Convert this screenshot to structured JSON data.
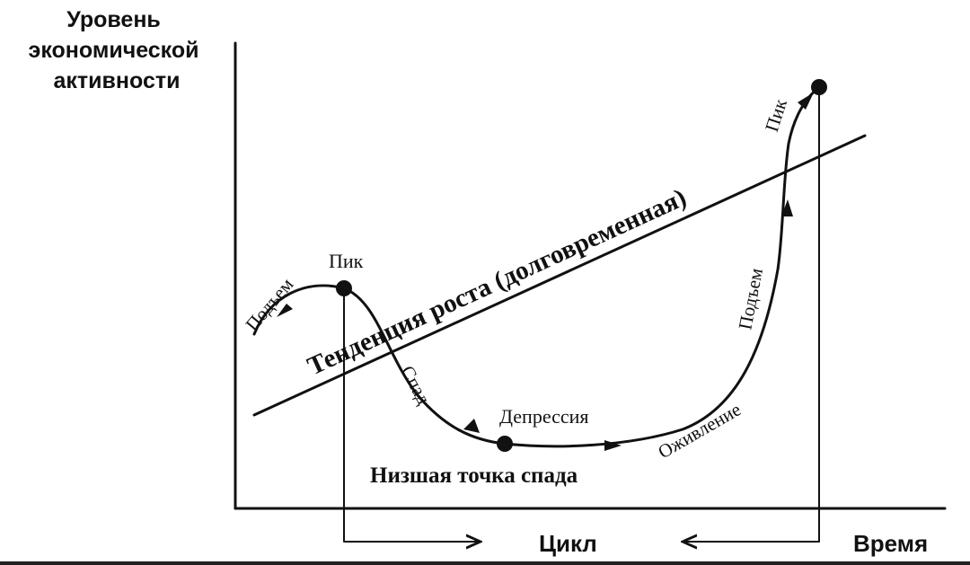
{
  "axes": {
    "y_label_lines": [
      "Уровень",
      "экономической",
      "активности"
    ],
    "x_label": "Время"
  },
  "trend": {
    "label": "Тенденция роста (долговременная)"
  },
  "labels": {
    "rise_left": "Подъем",
    "peak_left": "Пик",
    "decline": "Спад",
    "depression": "Депрессия",
    "trough": "Низшая точка спада",
    "recovery": "Оживление",
    "rise_right": "Подъем",
    "peak_right": "Пик"
  },
  "cycle": {
    "label": "Цикл"
  }
}
